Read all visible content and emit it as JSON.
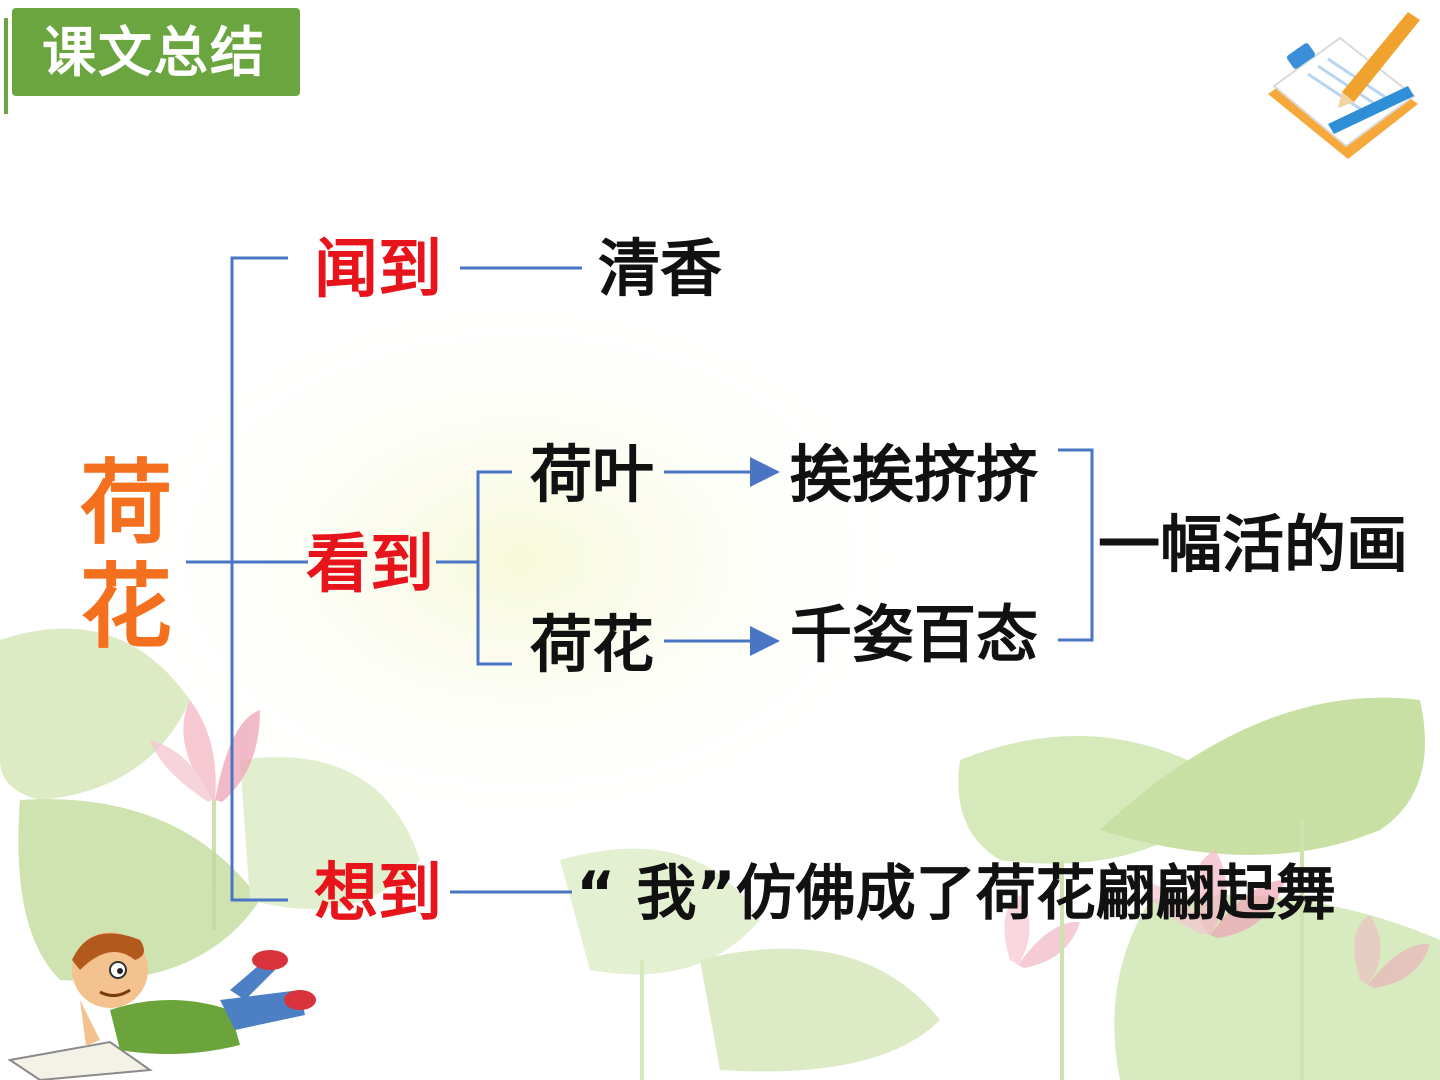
{
  "header": {
    "title": "课文总结"
  },
  "diagram": {
    "root": [
      "荷",
      "花"
    ],
    "smell": {
      "label": "闻到",
      "result": "清香"
    },
    "see": {
      "label": "看到",
      "items": [
        {
          "label": "荷叶",
          "result": "挨挨挤挤"
        },
        {
          "label": "荷花",
          "result": "千姿百态"
        }
      ],
      "summary": "一幅活的画"
    },
    "imagine": {
      "label": "想到",
      "result": "“ 我”仿佛成了荷花翩翩起舞"
    }
  },
  "colors": {
    "header_green": "#6ba540",
    "label_red": "#e8141c",
    "root_orange": "#f4701e",
    "line_blue": "#4a74c4"
  }
}
